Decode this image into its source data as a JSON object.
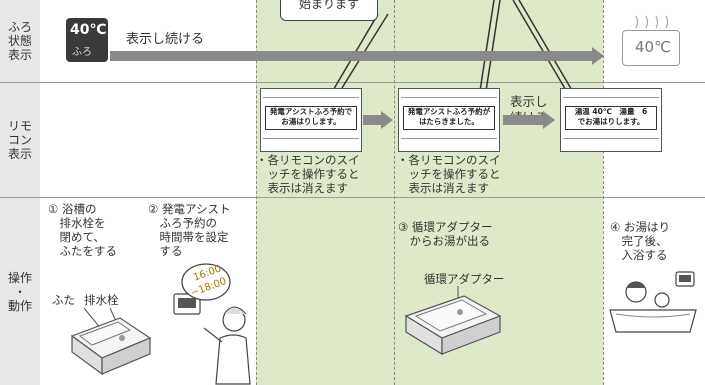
{
  "rows": {
    "status_header": "ふろ\n状態\n表示",
    "remote_header": "リモ\nコン\n表示",
    "operation_header": "操作\n・\n動作"
  },
  "top_bubble": "始まります",
  "status": {
    "left_temp": "40℃",
    "left_label": "ふろ",
    "keep_display": "表示し続ける",
    "right_temp": "40℃"
  },
  "remote": {
    "screen1_msg": "発電アシストふろ予約で\nお湯はりします。",
    "screen2_msg": "発電アシストふろ予約が\nはたらきました。",
    "screen3_msg": "湯温 40℃　湯量　6\nでお湯はりします。",
    "keep_display": "表示し\n続ける",
    "note1": "・各リモコンのスイ\n　ッチを操作すると\n　表示は消えます",
    "note2": "・各リモコンのスイ\n　ッチを操作すると\n　表示は消えます"
  },
  "steps": {
    "step1": "① 浴槽の\n　排水栓を\n　閉めて、\n　ふたをする",
    "step2": "② 発電アシスト\n　ふろ予約の\n　時間帯を設定\n　する",
    "step3": "③ 循環アダプター\n　からお湯が出る",
    "step4": "④ お湯はり\n　完了後、\n　入浴する",
    "lid_label": "ふた",
    "drain_label": "排水栓",
    "adapter_label": "循環アダプター",
    "time_start": "16:00",
    "time_end": "~18:00"
  }
}
